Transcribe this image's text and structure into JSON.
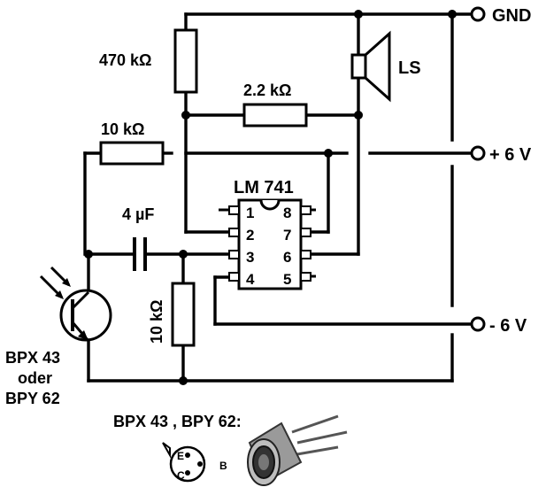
{
  "supply": {
    "gnd": "GND",
    "plus": "+ 6 V",
    "minus": "- 6 V"
  },
  "components": {
    "r_top": "470 kΩ",
    "r_feedback": "2.2 kΩ",
    "r_bias": "10 kΩ",
    "r_input": "10 kΩ",
    "capacitor": "4 µF",
    "speaker": "LS",
    "ic": "LM 741"
  },
  "ic_pins": {
    "left": [
      "1",
      "2",
      "3",
      "4"
    ],
    "right": [
      "8",
      "7",
      "6",
      "5"
    ]
  },
  "transistor": {
    "line1": "BPX 43",
    "line2": "oder",
    "line3": "BPY 62"
  },
  "pinout": {
    "title": "BPX 43 , BPY 62:",
    "e": "E",
    "c": "C",
    "b": "B"
  }
}
